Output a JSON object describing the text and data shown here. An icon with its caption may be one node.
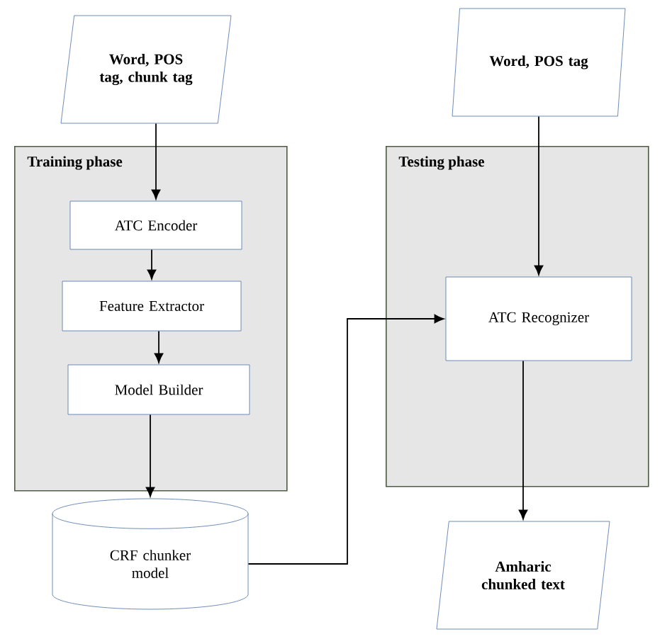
{
  "diagram": {
    "nodes": [
      {
        "text": [
          "Word, POS tag, chunk tag"
        ]
      },
      {
        "text": [
          "Training phase"
        ]
      },
      {
        "text": [
          "ATC Encoder"
        ],
        "in": 1
      },
      {
        "text": [
          "Feature Extractor"
        ],
        "in": 1
      },
      {
        "text": [
          "Model Builder"
        ],
        "in": 1
      },
      {
        "text": [
          "CRF chunker model"
        ]
      },
      {
        "text": [
          "Word, POS tag"
        ]
      },
      {
        "text": [
          "Testing phase"
        ]
      },
      {
        "text": [
          "ATC Recognizer"
        ],
        "in": 7
      },
      {
        "text": [
          "Amharic chunked text"
        ]
      }
    ],
    "edges": [
      {
        "from": 0,
        "to": 2,
        "arrow": "to"
      },
      {
        "from": 2,
        "to": 3,
        "arrow": "to"
      },
      {
        "from": 3,
        "to": 4,
        "arrow": "to"
      },
      {
        "from": 4,
        "to": 5,
        "arrow": "to"
      },
      {
        "from": 5,
        "to": 8,
        "arrow": "to"
      },
      {
        "from": 6,
        "to": 8,
        "arrow": "to"
      },
      {
        "from": 8,
        "to": 9,
        "arrow": "to"
      }
    ]
  }
}
